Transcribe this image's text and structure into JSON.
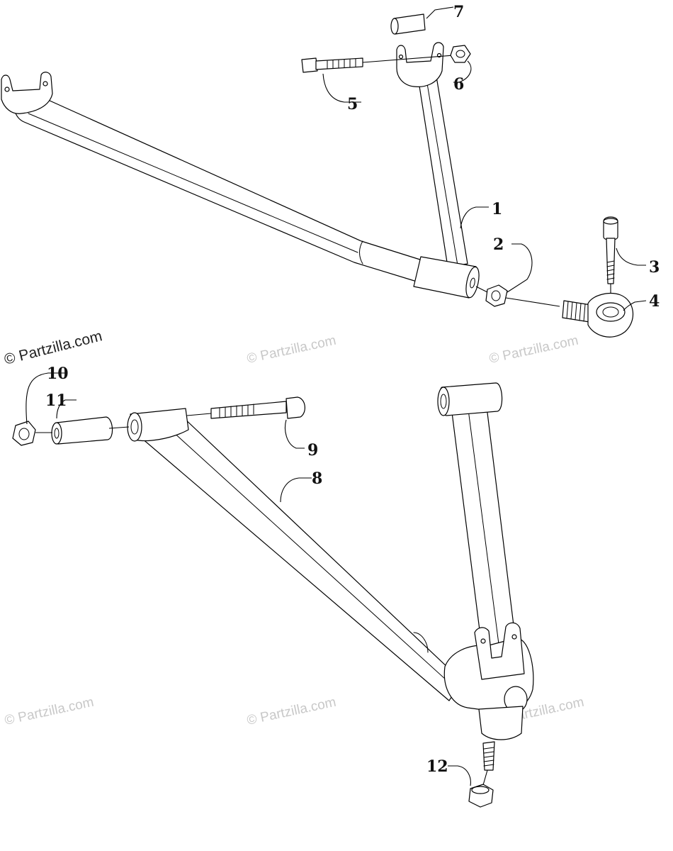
{
  "callouts": {
    "c1": "1",
    "c2": "2",
    "c3": "3",
    "c4": "4",
    "c5": "5",
    "c6": "6",
    "c7": "7",
    "c8": "8",
    "c9": "9",
    "c10": "10",
    "c11": "11",
    "c12": "12"
  },
  "watermarks": {
    "primary": "© Partzilla.com",
    "faded": "© Partzilla.com"
  }
}
